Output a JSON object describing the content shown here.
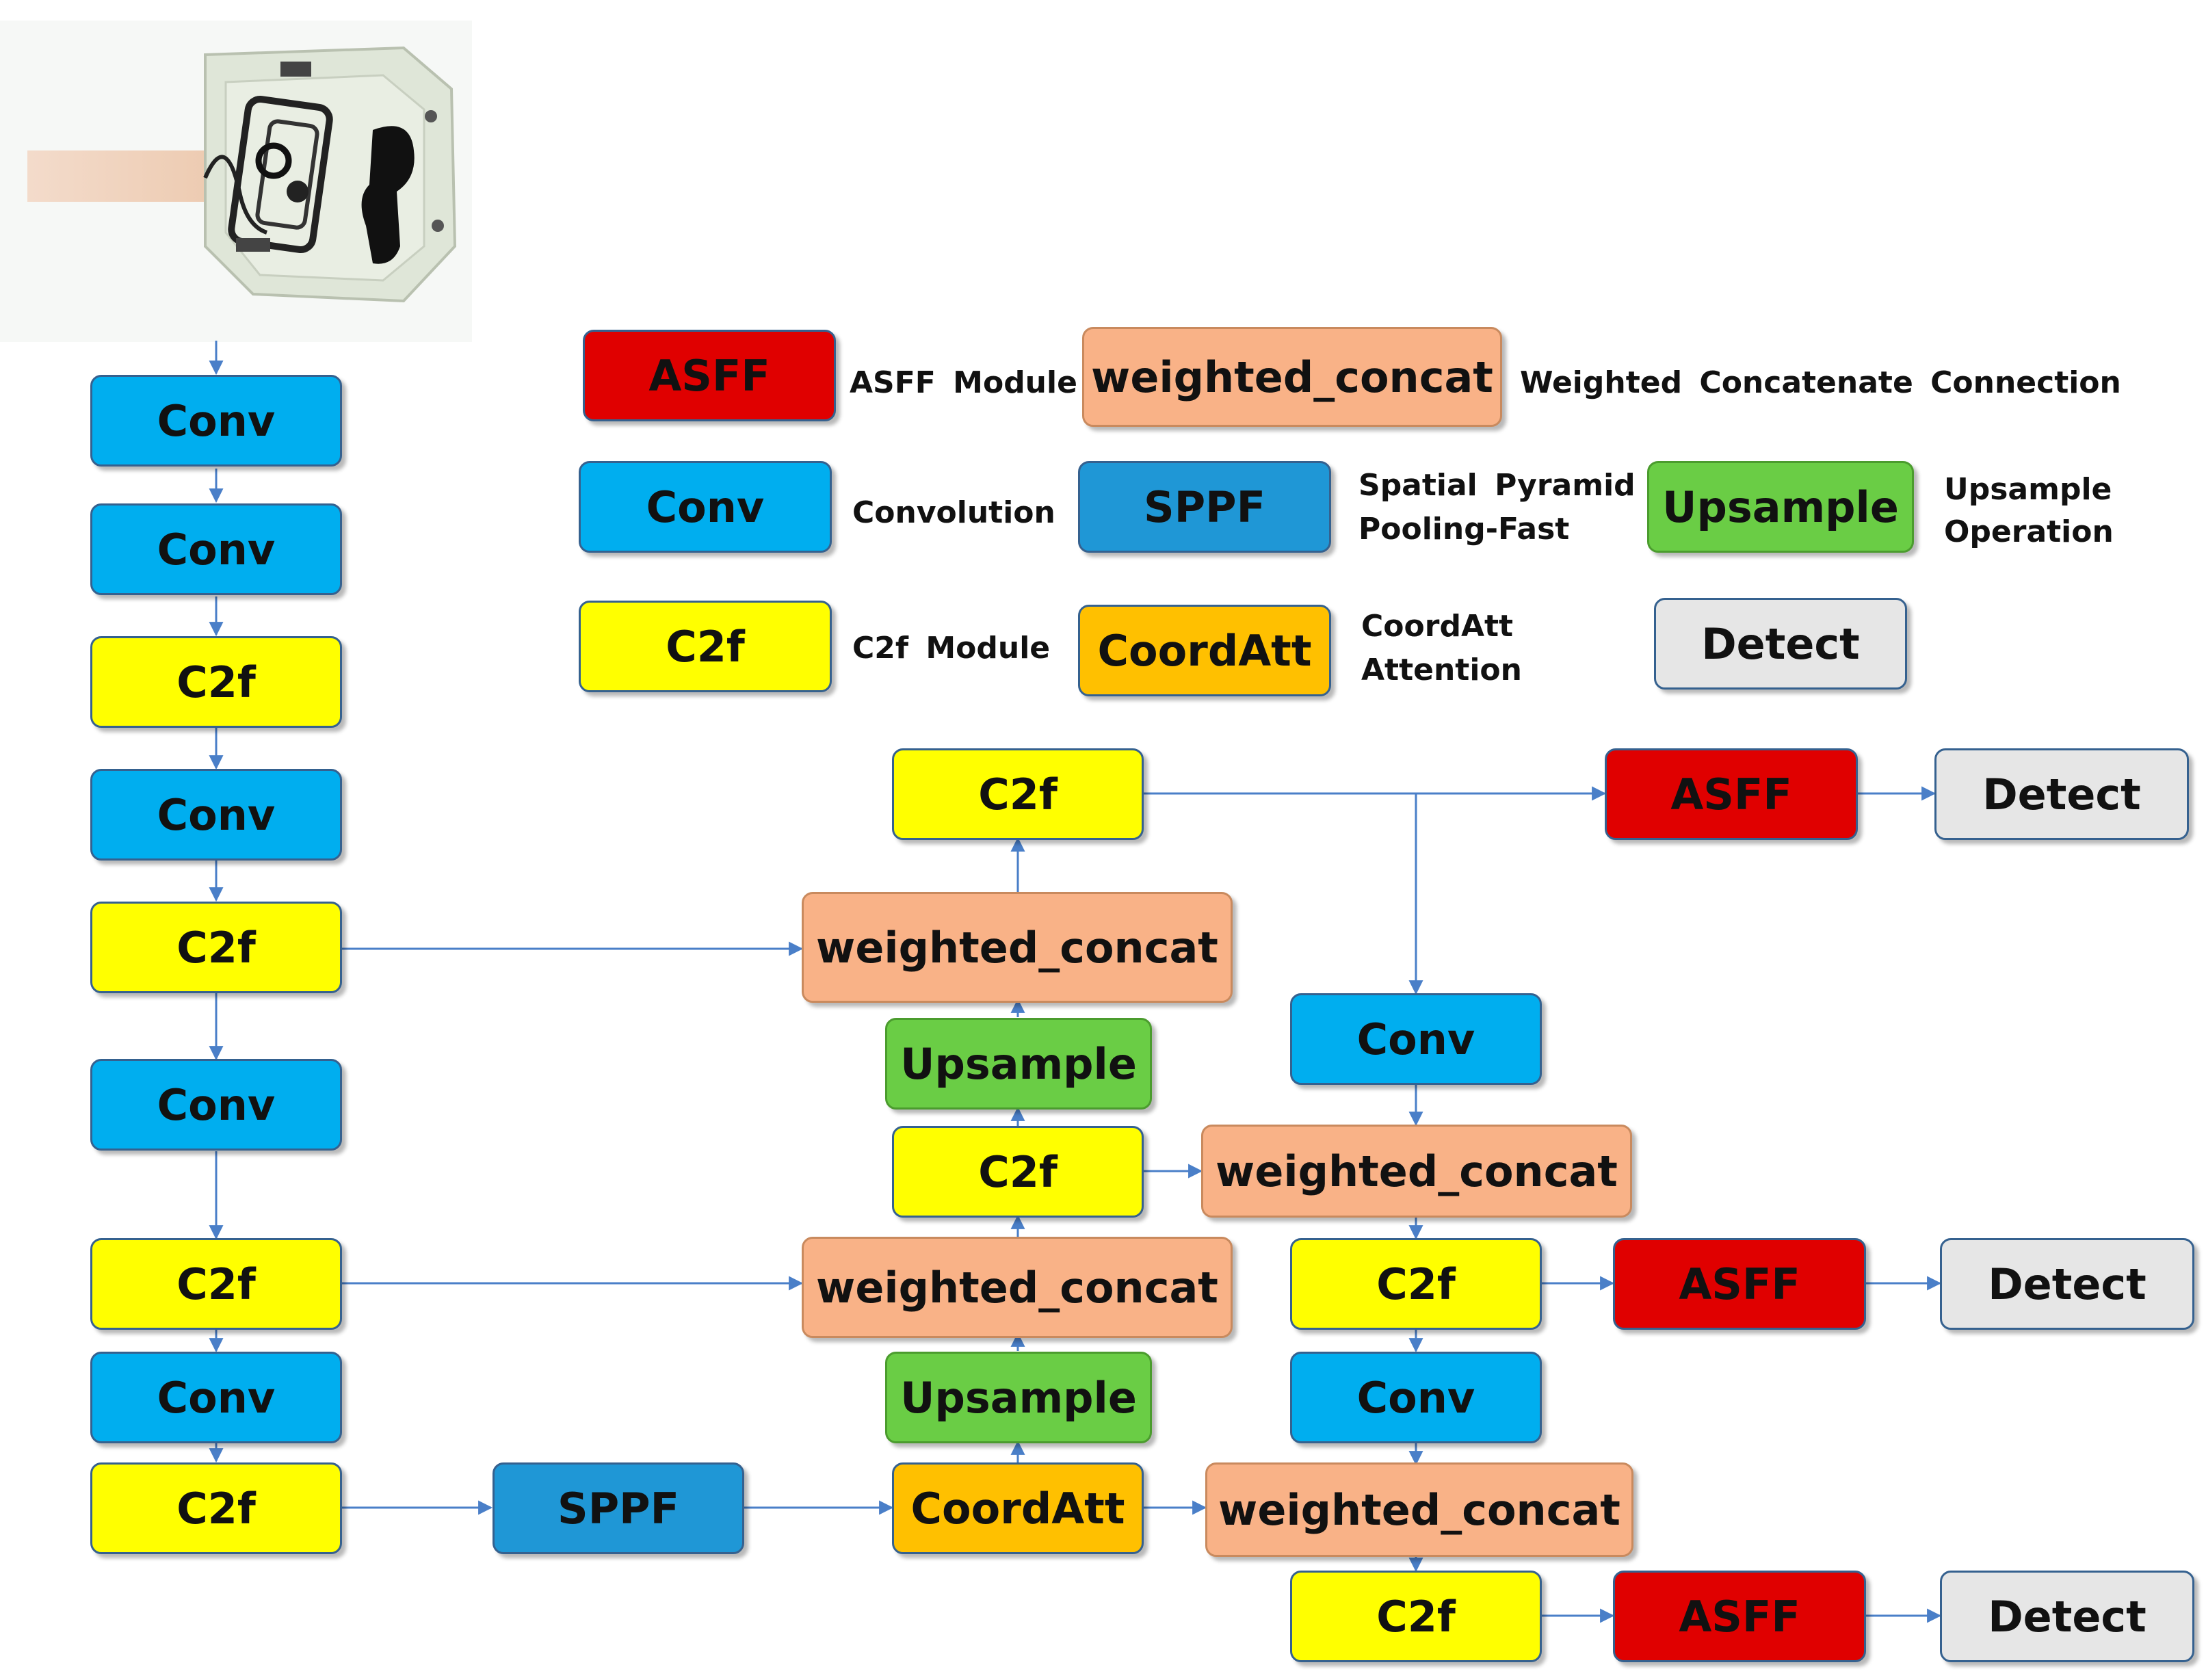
{
  "legend": {
    "asff": {
      "label": "ASFF",
      "desc": "ASFF Module"
    },
    "wconcat": {
      "label": "weighted_concat",
      "desc": "Weighted Concatenate Connection"
    },
    "conv": {
      "label": "Conv",
      "desc": "Convolution"
    },
    "sppf": {
      "label": "SPPF",
      "desc_line1": "Spatial Pyramid",
      "desc_line2": "Pooling-Fast"
    },
    "upsample": {
      "label": "Upsample",
      "desc_line1": "Upsample",
      "desc_line2": "Operation"
    },
    "c2f": {
      "label": "C2f",
      "desc": "C2f Module"
    },
    "coordatt": {
      "label": "CoordAtt",
      "desc_line1": "CoordAtt",
      "desc_line2": "Attention"
    },
    "detect": {
      "label": "Detect"
    }
  },
  "backbone": [
    "Conv",
    "Conv",
    "C2f",
    "Conv",
    "C2f",
    "Conv",
    "C2f",
    "Conv",
    "C2f"
  ],
  "neck": {
    "sppf": "SPPF",
    "coordatt": "CoordAtt",
    "upsample_1": "Upsample",
    "wconcat_1": "weighted_concat",
    "c2f_1": "C2f",
    "upsample_2": "Upsample",
    "wconcat_2": "weighted_concat",
    "c2f_2": "C2f"
  },
  "head": {
    "conv_1": "Conv",
    "wconcat_3": "weighted_concat",
    "c2f_3": "C2f",
    "conv_2": "Conv",
    "wconcat_4": "weighted_concat",
    "c2f_4": "C2f",
    "asff_1": "ASFF",
    "detect_1": "Detect",
    "asff_2": "ASFF",
    "detect_2": "Detect",
    "asff_3": "ASFF",
    "detect_3": "Detect"
  },
  "colors": {
    "conv": "#00aeef",
    "c2f": "#ffff00",
    "asff": "#e00000",
    "wconcat": "#f9b287",
    "sppf": "#1f97d6",
    "upsample": "#6acd45",
    "coordatt": "#ffc000",
    "detect": "#e6e6e6",
    "arrow": "#4a7fc8"
  }
}
